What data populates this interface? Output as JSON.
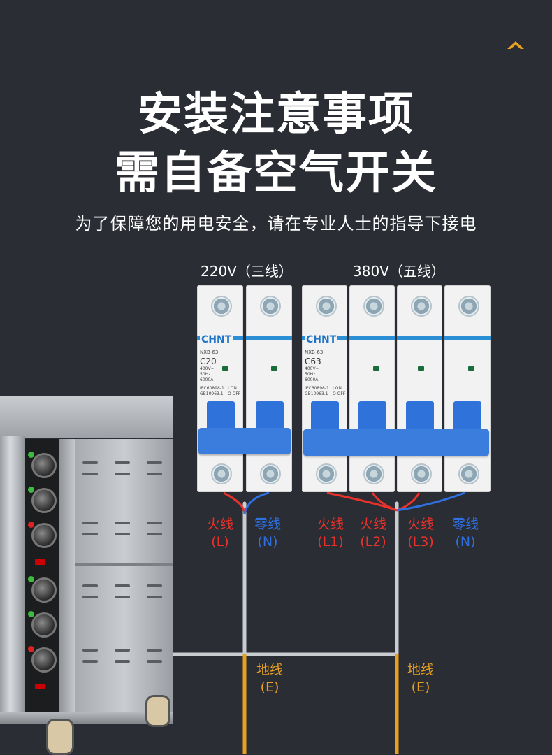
{
  "heading": {
    "line1": "安装注意事项",
    "line2": "需自备空气开关",
    "subtitle": "为了保障您的用电安全，请在专业人士的指导下接电"
  },
  "breaker_220": {
    "group_label": "220V（三线）",
    "brand": "CHNT",
    "series": "NXB-63",
    "rating": "C20",
    "spec_lines": [
      "400V~",
      "50Hz",
      "6000A"
    ],
    "std_lines": [
      "IEC60898-1",
      "GB10963.1"
    ],
    "onoff": [
      "I ON",
      "O OFF"
    ],
    "wires": [
      {
        "name": "火线",
        "code": "(L)",
        "color": "#e8322b"
      },
      {
        "name": "零线",
        "code": "(N)",
        "color": "#2f6fe0"
      }
    ]
  },
  "breaker_380": {
    "group_label": "380V（五线）",
    "brand": "CHNT",
    "series": "NXB-63",
    "rating": "C63",
    "spec_lines": [
      "400V~",
      "50Hz",
      "6000A"
    ],
    "std_lines": [
      "IEC60898-1",
      "GB10963.1"
    ],
    "onoff": [
      "I ON",
      "O OFF"
    ],
    "wires": [
      {
        "name": "火线",
        "code": "(L1)",
        "color": "#e8322b"
      },
      {
        "name": "火线",
        "code": "(L2)",
        "color": "#e8322b"
      },
      {
        "name": "火线",
        "code": "(L3)",
        "color": "#e8322b"
      },
      {
        "name": "零线",
        "code": "(N)",
        "color": "#2f6fe0"
      }
    ]
  },
  "ground": {
    "left": {
      "name": "地线",
      "code": "(E)"
    },
    "right": {
      "name": "地线",
      "code": "(E)"
    },
    "color": "#e8a021"
  },
  "icons": {
    "top_right": "chevron-up-icon"
  }
}
